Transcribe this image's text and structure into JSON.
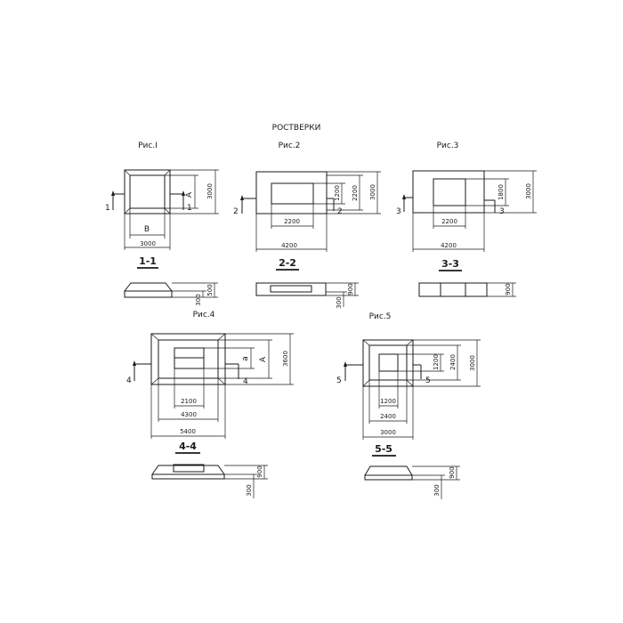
{
  "title": "РОСТВЕРКИ",
  "figures": [
    {
      "caption": "Рис.I",
      "section_label": "1-1",
      "cut_mark": "1",
      "inner_width_label": "B",
      "inner_height_label": "A",
      "outer_width_label": "3000",
      "outer_height_label": "3000",
      "elev_height_label": "300",
      "elev_thickness_label": "500"
    },
    {
      "caption": "Рис.2",
      "section_label": "2-2",
      "cut_mark": "2",
      "inner_width_label": "2200",
      "inner_height_label": "1200",
      "mid_height_label": "2200",
      "outer_width_label": "4200",
      "outer_height_label": "3000",
      "elev_height_label": "900",
      "elev_thickness_label": "300"
    },
    {
      "caption": "Рис.3",
      "section_label": "3-3",
      "cut_mark": "3",
      "inner_width_label": "2200",
      "inner_height_label": "1800",
      "outer_width_label": "4200",
      "outer_height_label": "3000",
      "elev_height_label": "900"
    },
    {
      "caption": "Рис.4",
      "section_label": "4-4",
      "cut_mark": "4",
      "inner_width_label": "2100",
      "mid_width_label": "4300",
      "outer_width_label": "5400",
      "inner_height_label": "a",
      "mid_height_label": "A",
      "outer_height_label": "3600",
      "elev_height_label": "900",
      "elev_thickness_label": "300"
    },
    {
      "caption": "Рис.5",
      "section_label": "5-5",
      "cut_mark": "5",
      "inner_width_label": "1200",
      "mid_width_label": "2400",
      "outer_width_label": "3000",
      "inner_height_label": "1200",
      "mid_height_label": "2400",
      "outer_height_label": "3000",
      "elev_height_label": "900",
      "elev_thickness_label": "300"
    }
  ]
}
